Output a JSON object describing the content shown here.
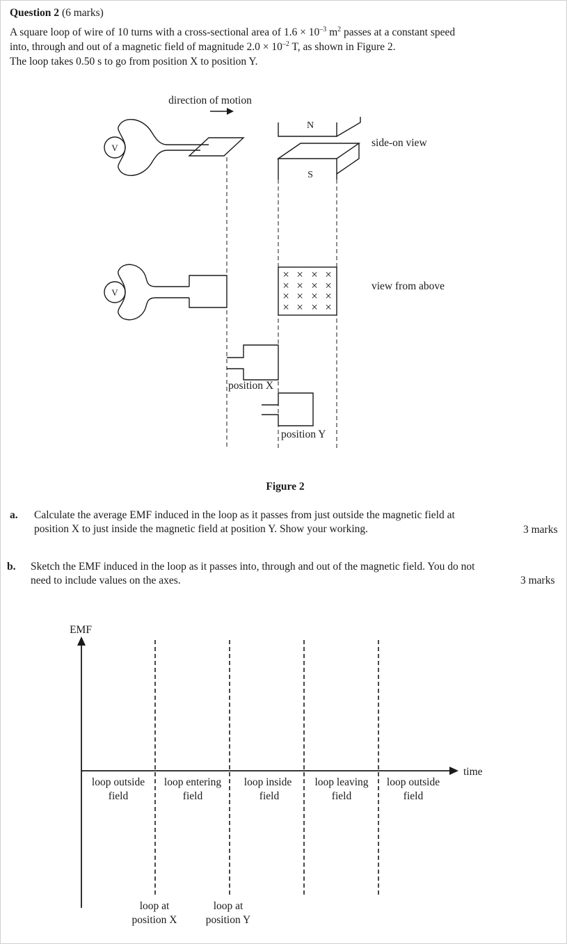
{
  "question": {
    "heading": "Question 2",
    "marks": "(6 marks)",
    "intro_line1": "A square loop of wire of 10 turns with a cross-sectional area of 1.6 × 10",
    "intro_exp1": "–3",
    "intro_unit": " m",
    "intro_unit_exp": "2",
    "intro_line1_end": " passes at a constant speed",
    "intro_line2": "into, through and out of a magnetic field of magnitude 2.0 × 10",
    "intro_exp2": "–2",
    "intro_line2_end": " T, as shown in Figure 2.",
    "intro_line3": "The loop takes 0.50 s to go from position X to position Y."
  },
  "figure": {
    "motion_label": "direction of motion",
    "north": "N",
    "south": "S",
    "side_view_label": "side-on view",
    "top_view_label": "view from above",
    "voltmeter": "V",
    "field_symbol": "×",
    "position_x": "position X",
    "position_y": "position Y",
    "caption": "Figure 2"
  },
  "part_a": {
    "letter": "a.",
    "line1": "Calculate the average EMF induced in the loop as it passes from just outside the magnetic field at",
    "line2": "position X to just inside the magnetic field at position Y. Show your working.",
    "marks": "3 marks"
  },
  "part_b": {
    "letter": "b.",
    "line1": "Sketch the EMF induced in the loop as it passes into, through and out of the magnetic field. You do not",
    "line2": "need to include values on the axes.",
    "marks": "3 marks"
  },
  "graph": {
    "y_label": "EMF",
    "x_label": "time",
    "regions": [
      {
        "line1": "loop outside",
        "line2": "field"
      },
      {
        "line1": "loop entering",
        "line2": "field"
      },
      {
        "line1": "loop inside",
        "line2": "field"
      },
      {
        "line1": "loop leaving",
        "line2": "field"
      },
      {
        "line1": "loop outside",
        "line2": "field"
      }
    ],
    "markers": [
      {
        "line1": "loop at",
        "line2": "position X"
      },
      {
        "line1": "loop at",
        "line2": "position Y"
      }
    ]
  }
}
